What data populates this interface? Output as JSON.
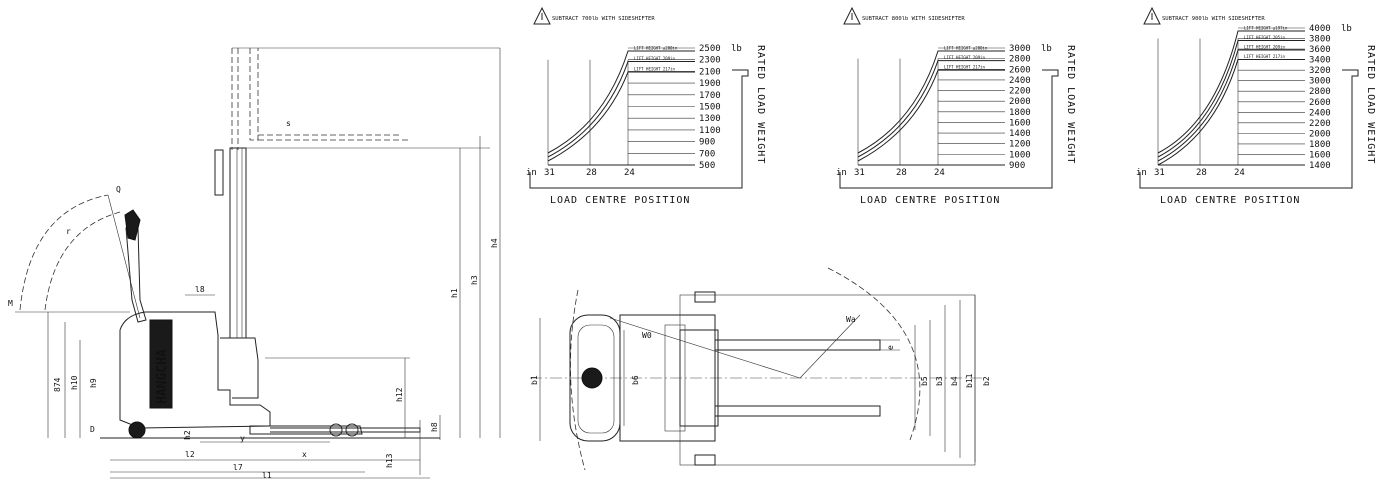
{
  "side_view": {
    "brand": "HANGCHA",
    "dims": [
      "h4",
      "h3",
      "h1",
      "h12",
      "h10",
      "h9",
      "874",
      "l8",
      "Q",
      "r",
      "M",
      "D",
      "s",
      "h2",
      "y",
      "l2",
      "x",
      "l7",
      "l1",
      "h13",
      "h8"
    ]
  },
  "top_view": {
    "dims": [
      "b1",
      "b6",
      "W0",
      "Wa",
      "e",
      "b5",
      "b3",
      "b4",
      "b11",
      "b2"
    ]
  },
  "charts": [
    {
      "warning": "SUBTRACT 700lb WITH SIDESHIFTER",
      "unit": "lb",
      "lift_labels": [
        "LIFT HEIGHT ≤200in",
        "LIFT HEIGHT 209in",
        "LIFT HEIGHT 217in"
      ],
      "y_ticks": [
        "2500",
        "2300",
        "2100",
        "1900",
        "1700",
        "1500",
        "1300",
        "1100",
        "900",
        "700",
        "500"
      ],
      "x_unit": "in",
      "x_ticks": [
        "31",
        "28",
        "24"
      ],
      "x_title": "LOAD CENTRE POSITION",
      "y_title": "RATED LOAD WEIGHT"
    },
    {
      "warning": "SUBTRACT 800lb WITH SIDESHIFTER",
      "unit": "lb",
      "lift_labels": [
        "LIFT HEIGHT ≤200in",
        "LIFT HEIGHT 209in",
        "LIFT HEIGHT 217in"
      ],
      "y_ticks": [
        "3000",
        "2800",
        "2600",
        "2400",
        "2200",
        "2000",
        "1800",
        "1600",
        "1400",
        "1200",
        "1000",
        "900"
      ],
      "x_unit": "in",
      "x_ticks": [
        "31",
        "28",
        "24"
      ],
      "x_title": "LOAD CENTRE POSITION",
      "y_title": "RATED LOAD WEIGHT"
    },
    {
      "warning": "SUBTRACT 900lb WITH SIDESHIFTER",
      "unit": "lb",
      "lift_labels": [
        "LIFT HEIGHT ≤197in",
        "LIFT HEIGHT 205in",
        "LIFT HEIGHT 209in",
        "LIFT HEIGHT 217in"
      ],
      "y_ticks": [
        "4000",
        "3800",
        "3600",
        "3400",
        "3200",
        "3000",
        "2800",
        "2600",
        "2400",
        "2200",
        "2000",
        "1800",
        "1600",
        "1400"
      ],
      "x_unit": "in",
      "x_ticks": [
        "31",
        "28",
        "24"
      ],
      "x_title": "LOAD CENTRE POSITION",
      "y_title": "RATED LOAD WEIGHT"
    }
  ]
}
